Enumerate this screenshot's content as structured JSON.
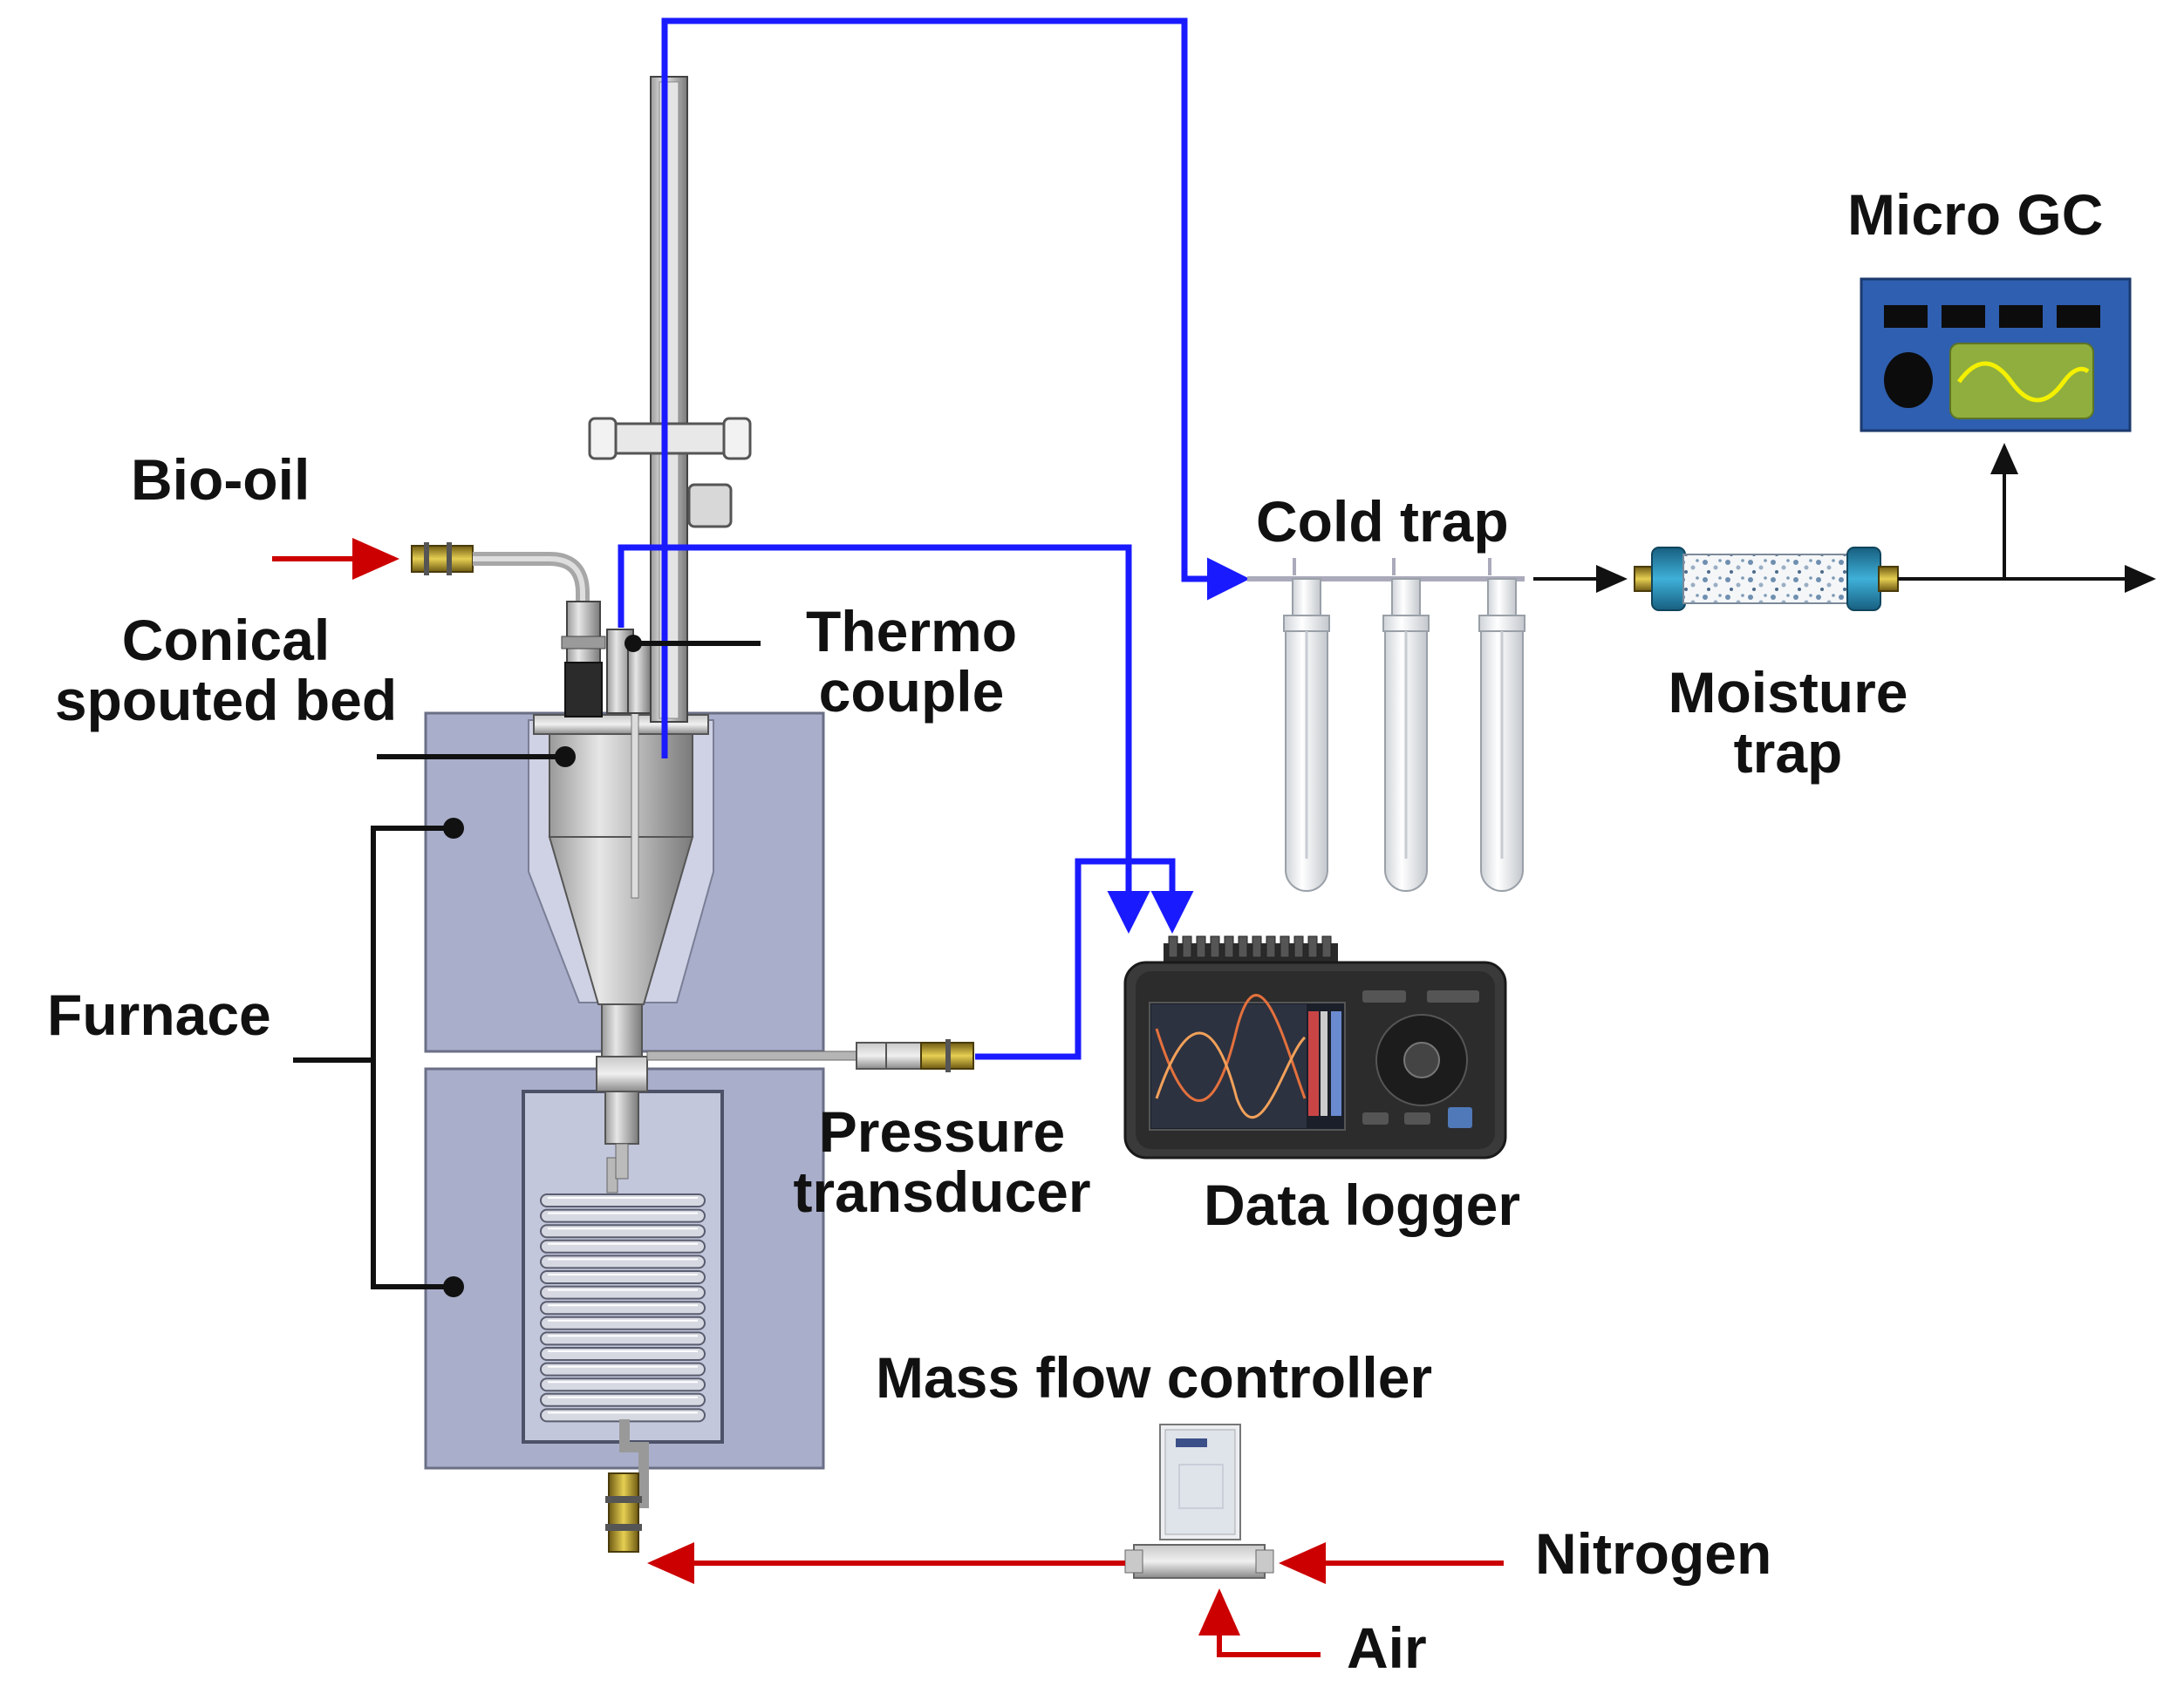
{
  "labels": {
    "bio_oil": "Bio-oil",
    "conical_spouted_bed_line1": "Conical",
    "conical_spouted_bed_line2": "spouted bed",
    "thermocouple_line1": "Thermo",
    "thermocouple_line2": "couple",
    "furnace": "Furnace",
    "pressure_transducer_line1": "Pressure",
    "pressure_transducer_line2": "transducer",
    "data_logger": "Data logger",
    "cold_trap": "Cold trap",
    "moisture_trap_line1": "Moisture",
    "moisture_trap_line2": "trap",
    "micro_gc": "Micro GC",
    "mass_flow_controller": "Mass flow controller",
    "nitrogen": "Nitrogen",
    "air": "Air"
  },
  "colors": {
    "signal_line": "#1a1aff",
    "feed_arrow": "#cc0000",
    "furnace_block": "#a9aecb",
    "furnace_edge": "#6b6f86",
    "gc_panel": "#2f5fb0",
    "gc_screen": "#8fae3e",
    "gc_wave": "#f4f000",
    "moisture_cap": "#2a8fb8"
  },
  "icons": [
    "reactor",
    "furnace",
    "coil",
    "cold-trap-tube",
    "moisture-trap",
    "data-logger",
    "micro-gc",
    "mass-flow-controller"
  ]
}
